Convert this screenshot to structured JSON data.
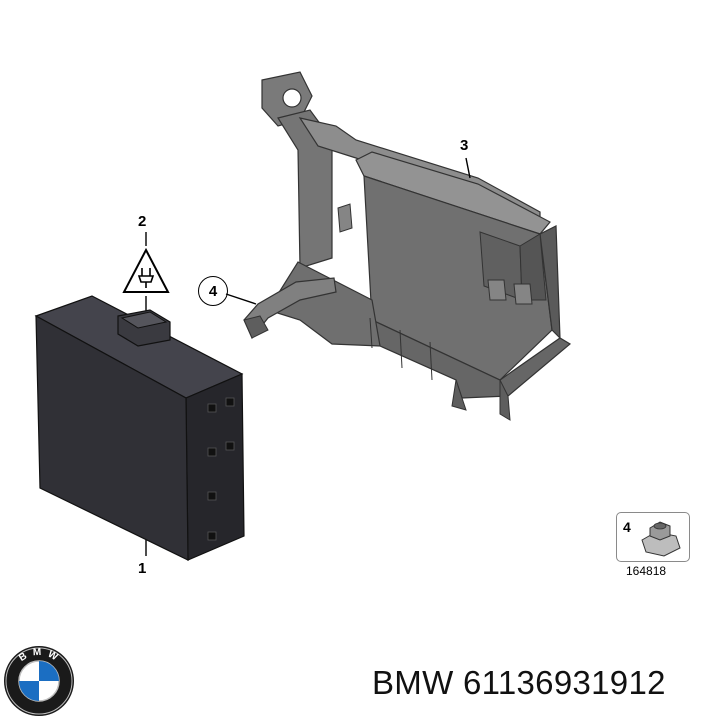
{
  "callouts": {
    "part1": "1",
    "part2": "2",
    "part3": "3",
    "part4": "4"
  },
  "legend_box": {
    "label": "4",
    "part_number": "164818"
  },
  "footer": {
    "text": "BMW 61136931912",
    "logo_text": "B M W"
  },
  "colors": {
    "module_body": "#2f2f35",
    "bracket": "#6b6b6b",
    "bracket_light": "#8a8a8a",
    "logo_blue": "#1b6ec2"
  }
}
